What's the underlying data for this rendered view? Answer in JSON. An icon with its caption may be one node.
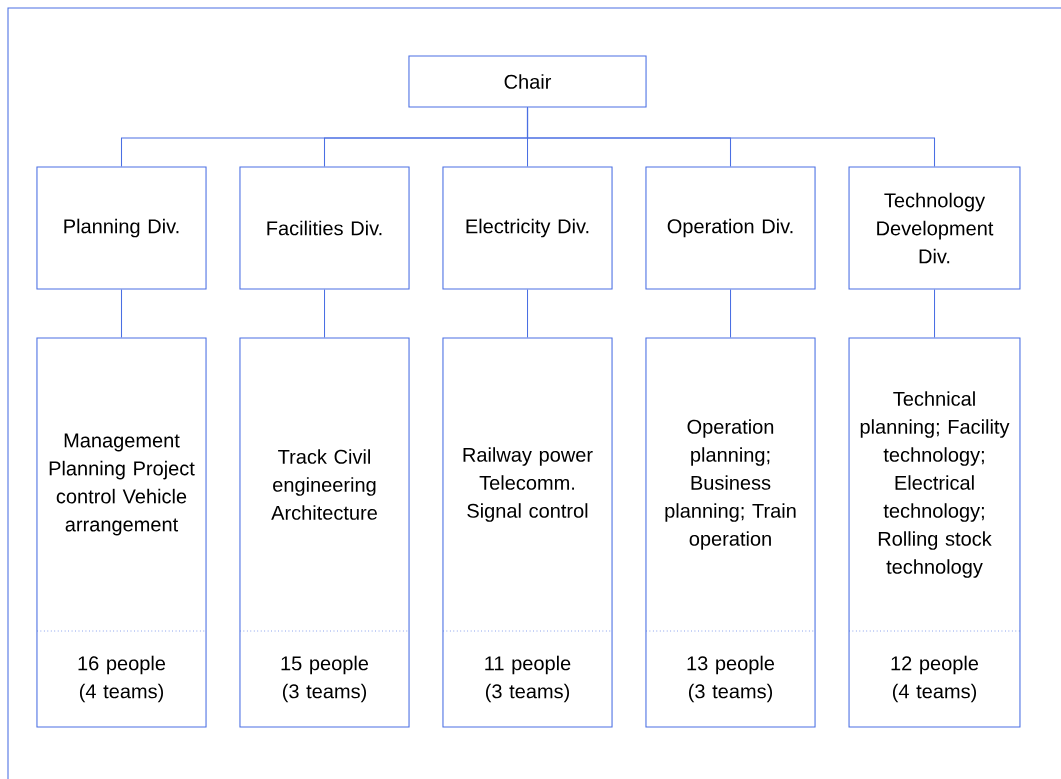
{
  "diagram": {
    "nodes": [
      {
        "text": [
          "Chair"
        ]
      },
      {
        "text": [
          "Planning Div."
        ]
      },
      {
        "text": [
          "Facilities Div."
        ]
      },
      {
        "text": [
          "Electricity Div."
        ]
      },
      {
        "text": [
          "Operation Div."
        ]
      },
      {
        "text": [
          "Technology Development Div."
        ]
      },
      {
        "text": [
          "Management Planning Project control Vehicle arrangement",
          "16 people (4 teams)"
        ]
      },
      {
        "text": [
          "Track Civil engineering Architecture",
          "15 people (3 teams)"
        ]
      },
      {
        "text": [
          "Railway power Telecomm. Signal control",
          "11 people (3 teams)"
        ]
      },
      {
        "text": [
          "Operation planning; Business planning; Train operation",
          "13 people (3 teams)"
        ]
      },
      {
        "text": [
          "Technical planning; Facility technology; Electrical technology; Rolling stock technology",
          "12 people (4 teams)"
        ]
      }
    ],
    "edges": [
      {
        "from": 0,
        "to": 1,
        "arrow": "none"
      },
      {
        "from": 0,
        "to": 2,
        "arrow": "none"
      },
      {
        "from": 0,
        "to": 3,
        "arrow": "none"
      },
      {
        "from": 0,
        "to": 4,
        "arrow": "none"
      },
      {
        "from": 0,
        "to": 5,
        "arrow": "none"
      },
      {
        "from": 1,
        "to": 6,
        "arrow": "none"
      },
      {
        "from": 2,
        "to": 7,
        "arrow": "none"
      },
      {
        "from": 3,
        "to": 8,
        "arrow": "none"
      },
      {
        "from": 4,
        "to": 9,
        "arrow": "none"
      },
      {
        "from": 5,
        "to": 10,
        "arrow": "none"
      }
    ]
  }
}
